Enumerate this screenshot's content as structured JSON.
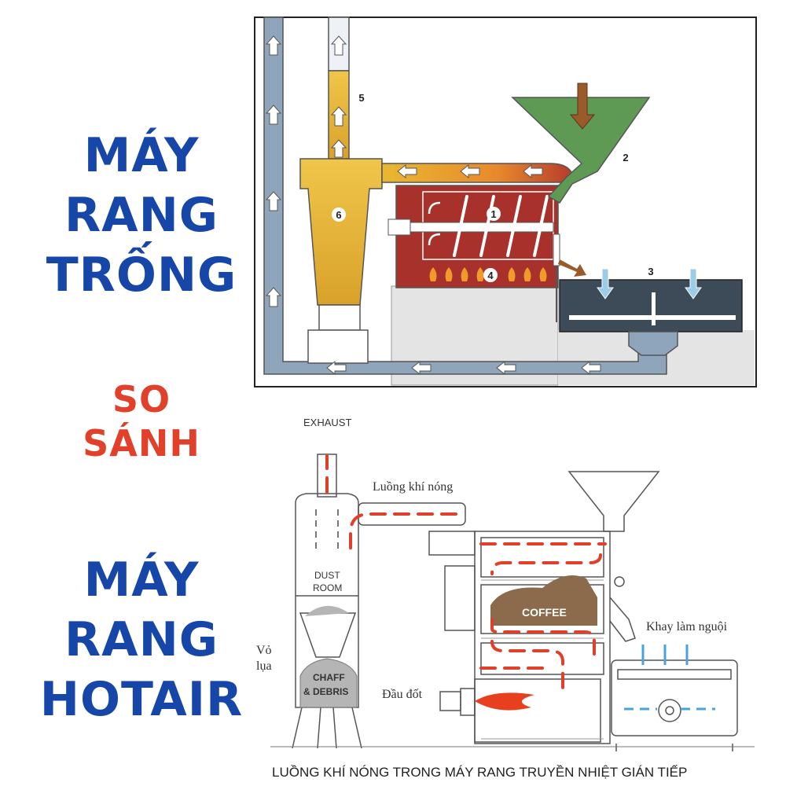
{
  "left": {
    "drum_title": [
      "MÁY",
      "RANG",
      "TRỐNG"
    ],
    "compare": [
      "SO",
      "SÁNH"
    ],
    "hotair_title": [
      "MÁY",
      "RANG",
      "HOTAIR"
    ]
  },
  "top_diagram": {
    "numbers": [
      "1",
      "2",
      "3",
      "4",
      "5",
      "6"
    ]
  },
  "bottom_diagram": {
    "exhaust": "EXHAUST",
    "hot_air_flow": "Luồng khí nóng",
    "dust_room": [
      "DUST",
      "ROOM"
    ],
    "husk": [
      "Vỏ",
      "lụa"
    ],
    "chaff": [
      "CHAFF",
      "& DEBRIS"
    ],
    "coffee": "COFFEE",
    "cooling_tray": "Khay làm nguội",
    "burner": "Đầu đốt",
    "caption": "LUỒNG KHÍ NÓNG TRONG MÁY RANG TRUYỀN NHIỆT GIÁN TIẾP"
  },
  "colors": {
    "title_blue": "#1646a8",
    "title_red": "#e1402a",
    "drum_red": "#a8322b",
    "hopper_green": "#5f9a55",
    "cyclone_yellow": "#e8b832",
    "duct_blue": "#8ea5bc",
    "cooler_dark": "#3d4a57",
    "airflow_red": "#e0402a"
  }
}
